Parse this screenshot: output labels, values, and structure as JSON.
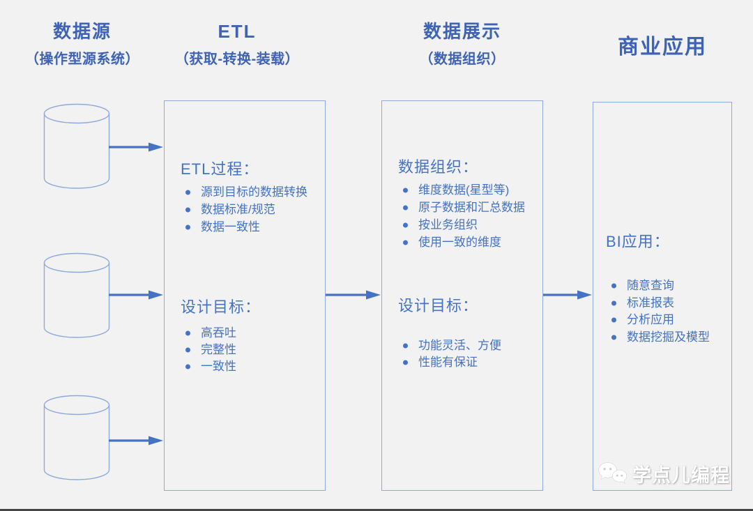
{
  "colors": {
    "background": "#f2f2f2",
    "title_text": "#3e63b4",
    "body_text": "#4472c4",
    "box_border": "#8ea9db",
    "arrow": "#4472c4",
    "watermark_text": "#ffffff",
    "bottom_line": "#454545"
  },
  "columns": [
    {
      "title": "数据源",
      "subtitle": "（操作型源系统）"
    },
    {
      "title": "ETL",
      "subtitle": "（获取-转换-装载）",
      "box": {
        "sections": [
          {
            "heading": "ETL过程：",
            "items": [
              "源到目标的数据转换",
              "数据标准/规范",
              "数据一致性"
            ]
          },
          {
            "heading": "设计目标：",
            "items": [
              "高吞吐",
              "完整性",
              "一致性"
            ]
          }
        ]
      }
    },
    {
      "title": "数据展示",
      "subtitle": "（数据组织）",
      "box": {
        "sections": [
          {
            "heading": "数据组织：",
            "items": [
              "维度数据(星型等)",
              "原子数据和汇总数据",
              "按业务组织",
              "使用一致的维度"
            ]
          },
          {
            "heading": "设计目标：",
            "items": [
              "功能灵活、方便",
              "性能有保证"
            ]
          }
        ]
      }
    },
    {
      "title": "商业应用",
      "box": {
        "sections": [
          {
            "heading": "BI应用：",
            "items": [
              "随意查询",
              "标准报表",
              "分析应用",
              "数据挖掘及模型"
            ]
          }
        ]
      }
    }
  ],
  "datasources": {
    "cylinder_count": 3,
    "icon": "database-cylinder-icon"
  },
  "flows": [
    {
      "from": "data-source-1",
      "to": "etl-box"
    },
    {
      "from": "data-source-2",
      "to": "etl-box"
    },
    {
      "from": "data-source-3",
      "to": "etl-box"
    },
    {
      "from": "etl-box",
      "to": "data-presentation-box"
    },
    {
      "from": "data-presentation-box",
      "to": "business-app-box"
    }
  ],
  "watermark": {
    "label": "学点儿编程",
    "icon": "wechat-icon"
  }
}
